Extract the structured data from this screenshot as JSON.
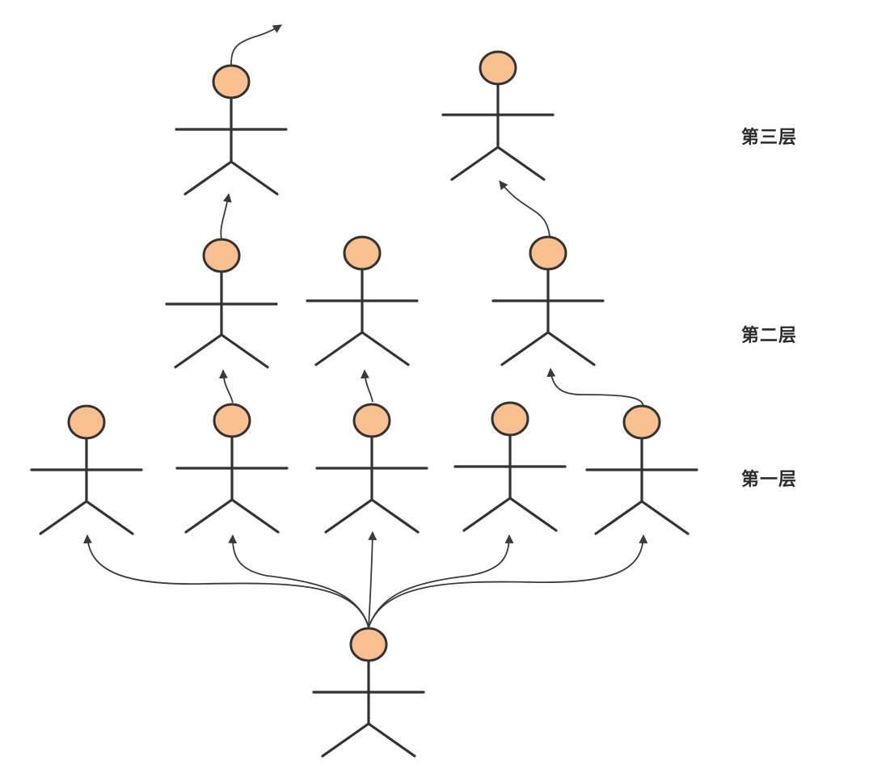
{
  "layers": {
    "layer_3": "第三层",
    "layer_2": "第二层",
    "layer_1": "第一层"
  },
  "colors": {
    "head_fill": "#f8bf8f",
    "stroke": "#333333",
    "arrow": "#3a3a3a"
  },
  "icons": {
    "person": "stick-figure-icon",
    "arrow": "arrowhead-icon"
  }
}
